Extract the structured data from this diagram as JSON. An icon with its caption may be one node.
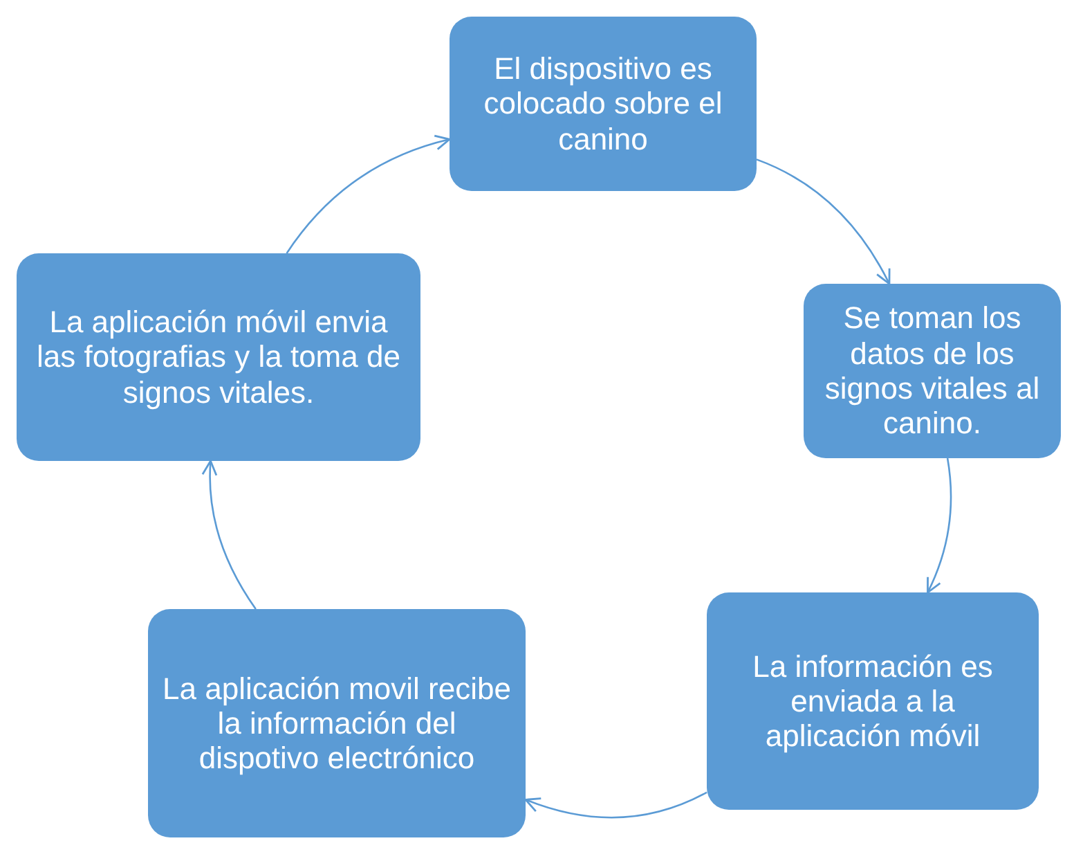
{
  "diagram": {
    "nodes": [
      {
        "text": [
          "El dispositivo es colocado sobre el canino"
        ]
      },
      {
        "text": [
          "Se toman los datos de los signos vitales al canino."
        ]
      },
      {
        "text": [
          "La información es enviada a la aplicación móvil"
        ]
      },
      {
        "text": [
          "La aplicación movil recibe la información del dispotivo electrónico"
        ]
      },
      {
        "text": [
          "La aplicación móvil envia las fotografias y la toma de signos vitales."
        ]
      }
    ],
    "edges": [
      {
        "from": 0,
        "to": 1,
        "arrow": "to"
      },
      {
        "from": 1,
        "to": 2,
        "arrow": "to"
      },
      {
        "from": 2,
        "to": 3,
        "arrow": "to"
      },
      {
        "from": 3,
        "to": 4,
        "arrow": "to"
      },
      {
        "from": 4,
        "to": 0,
        "arrow": "to"
      }
    ]
  }
}
